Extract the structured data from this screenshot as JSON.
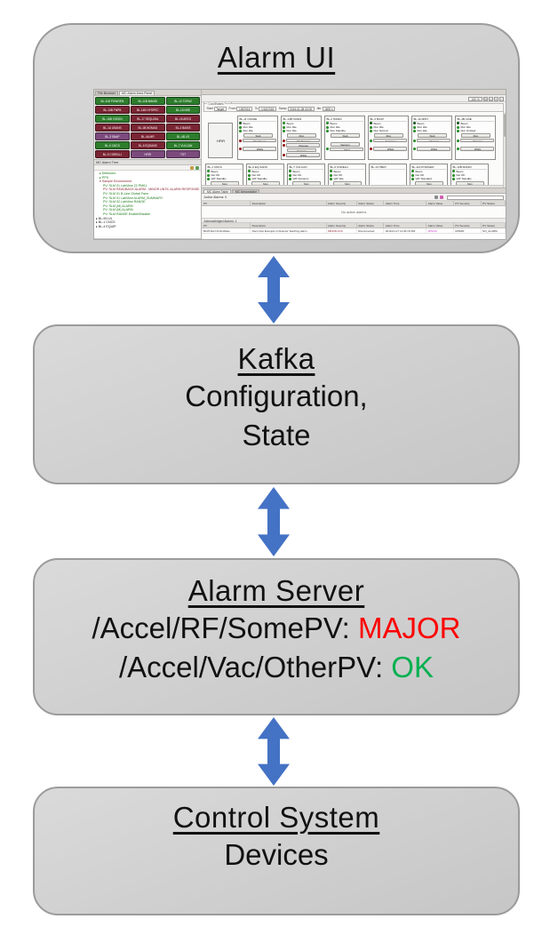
{
  "palette": {
    "arrow": "#4472c4",
    "box_border": "#9b9b9b",
    "major_red": "#ff0000",
    "ok_green": "#00b050",
    "btn_green": "#2d7d2d",
    "btn_maroon": "#7a2433",
    "btn_purple": "#7c4a7d",
    "led_green": "#2fd12f",
    "led_dark_green": "#1b7a1b",
    "led_red": "#e01f1f",
    "tree_green": "#1a7a1a",
    "tree_alert": "#8b2430",
    "value_magenta": "#cc3fcc"
  },
  "diagram": {
    "alarm_ui": {
      "title": "Alarm UI"
    },
    "kafka": {
      "title": "Kafka",
      "lines": [
        "Configuration,",
        "State"
      ]
    },
    "alarm_server": {
      "title": "Alarm Server",
      "lines": [
        {
          "pv": "/Accel/RF/SomePV:",
          "status": "MAJOR",
          "color": "#ff0000"
        },
        {
          "pv": "/Accel/Vac/OtherPV:",
          "status": "OK",
          "color": "#00b050"
        }
      ]
    },
    "control_system": {
      "title": "Control System",
      "subtitle": "Devices"
    }
  },
  "screenshot": {
    "left": {
      "tabs": [
        "File Browser",
        "MC Alarm Area Panel"
      ],
      "buttons": [
        {
          "label": "BL-11B POWGEN",
          "color": "#2d7d2d"
        },
        {
          "label": "BL-11B MANDI",
          "color": "#2d7d2d"
        },
        {
          "label": "BL-12 TOPAZ",
          "color": "#2d7d2d"
        },
        {
          "label": "BL-13B FNPB",
          "color": "#7a2433"
        },
        {
          "label": "BL-14B HYSPEC",
          "color": "#7a2433"
        },
        {
          "label": "BL-15 NSE",
          "color": "#2d7d2d"
        },
        {
          "label": "BL-16B VISION",
          "color": "#2d7d2d"
        },
        {
          "label": "BL-17 SEQUOIA",
          "color": "#7a2433"
        },
        {
          "label": "BL-18 ARCS",
          "color": "#7a2433"
        },
        {
          "label": "BL-1A USANS",
          "color": "#7a2433"
        },
        {
          "label": "BL-1B NOMAD",
          "color": "#7a2433"
        },
        {
          "label": "BL-2 BASIS",
          "color": "#7a2433"
        },
        {
          "label": "BL-3 SNAP",
          "color": "#7c4a7d"
        },
        {
          "label": "BL-4A MR",
          "color": "#7a2433"
        },
        {
          "label": "BL-4B LR",
          "color": "#2d7d2d"
        },
        {
          "label": "BL-5 CNCS",
          "color": "#2d7d2d"
        },
        {
          "label": "BL-6 EQSANS",
          "color": "#7a2433"
        },
        {
          "label": "BL-7 VULCAN",
          "color": "#2d7d2d"
        },
        {
          "label": "BL-9 CORELLI",
          "color": "#7a2433"
        },
        {
          "label": "HFIR",
          "color": "#7c4a7d"
        },
        {
          "label": "TST",
          "color": "#7c4a7d"
        }
      ],
      "tree": {
        "title": "MC Alarm Tree",
        "items": [
          {
            "text": "Detectors",
            "color": "#1a7a1a",
            "indent": 1,
            "glyph": "▸"
          },
          {
            "text": "PPS",
            "color": "#1a7a1a",
            "indent": 1,
            "glyph": "▸"
          },
          {
            "text": "Sample Environment",
            "color": "#8b2430",
            "indent": 1,
            "glyph": "▾"
          },
          {
            "text": "PV: SLM 01 LabView 22 PM01",
            "color": "#1a7a1a",
            "indent": 2,
            "glyph": ""
          },
          {
            "text": "PV: SLM READBACK ALARM - MINOR UNTIL ALARM RESPONSE",
            "color": "#8b2430",
            "indent": 2,
            "glyph": ""
          },
          {
            "text": "PV: SLM 01 B-Line Global Farm",
            "color": "#1a7a1a",
            "indent": 2,
            "glyph": ""
          },
          {
            "text": "PV: SLM 01 LabView ALARM_SUMMARY",
            "color": "#1a7a1a",
            "indent": 2,
            "glyph": ""
          },
          {
            "text": "PV: SLM 02 LabView RANGE",
            "color": "#1a7a1a",
            "indent": 2,
            "glyph": ""
          },
          {
            "text": "PV: SLM (M) ALARM",
            "color": "#1a7a1a",
            "indent": 2,
            "glyph": ""
          },
          {
            "text": "PV: SLM (M) ALARM",
            "color": "#1a7a1a",
            "indent": 2,
            "glyph": ""
          },
          {
            "text": "PV: SLM RANGE Enable/Disable",
            "color": "#1a7a1a",
            "indent": 2,
            "glyph": ""
          },
          {
            "text": "BL-99 LN",
            "color": "#222222",
            "indent": 0,
            "glyph": "▸"
          },
          {
            "text": "BL-1 CNCS",
            "color": "#222222",
            "indent": 0,
            "glyph": "▸"
          },
          {
            "text": "BL-4 EQUIP",
            "color": "#222222",
            "indent": 0,
            "glyph": "▸"
          }
        ]
      }
    },
    "right": {
      "tab": "Main (demo) ×",
      "zoom": "100 %",
      "zoom_buttons": [
        "−",
        "+",
        "□",
        "↻"
      ],
      "form_group": "Coordinates",
      "form": [
        {
          "label": "Start",
          "value": "Target"
        },
        {
          "label": "From",
          "value": "1/8/2016"
        },
        {
          "label": "To",
          "value": "1/16/2016"
        },
        {
          "label": "Samp",
          "value": "2016-01-08 00:00"
        },
        {
          "label": "Iter",
          "value": "1600 s"
        }
      ],
      "hfir_label": "HFIR",
      "row1_panels": [
        {
          "title": "BL-11 CRANE",
          "items": [
            [
              "led",
              "#1b7a1b",
              "Beam"
            ],
            [
              "led",
              "#2fd12f",
              "Run  Idle"
            ],
            [
              "led",
              "#2fd12f",
              "Run  Idle"
            ],
            [
              "btn",
              "Stab"
            ],
            [
              "ledbtn",
              "#e01f1f",
              "TC Choose"
            ],
            [
              "gap"
            ],
            [
              "ledbtn",
              "#e01f1f",
              "JPEG"
            ]
          ]
        },
        {
          "title": "BL-14B HANDI",
          "items": [
            [
              "led",
              "#2fd12f",
              "Beam"
            ],
            [
              "led",
              "#2fd12f",
              "Run  Idle"
            ],
            [
              "led",
              "#2fd12f",
              "Run  Idle"
            ],
            [
              "btn",
              "Mon"
            ],
            [
              "ledbtn",
              "#e01f1f",
              "TC Stopper"
            ],
            [
              "ledbtn",
              "#e01f1f",
              "Chopper"
            ],
            [
              "btn",
              "Vacuum"
            ],
            [
              "ledbtn",
              "#e01f1f",
              "JPEG"
            ]
          ]
        },
        {
          "title": "BL-2 HANDI",
          "items": [
            [
              "led",
              "#2fd12f",
              "Beam"
            ],
            [
              "led",
              "#2fd12f",
              "Run  Idle"
            ],
            [
              "led",
              "#2fd12f",
              "Run  Standby"
            ],
            [
              "btn",
              "Stab"
            ],
            [
              "gap"
            ],
            [
              "btn",
              "Vacuum"
            ],
            [
              "ledbtn",
              "#2fd12f",
              "JPEG"
            ]
          ]
        },
        {
          "title": "BL-3 BOAT",
          "items": [
            [
              "led",
              "#1b7a1b",
              "Beam"
            ],
            [
              "led",
              "#2fd12f",
              "Run  Idle"
            ],
            [
              "led",
              "#2fd12f",
              "Run  Normal"
            ],
            [
              "btn",
              "Mon"
            ],
            [
              "ledbtn",
              "#2fd12f",
              "ArcAngel"
            ],
            [
              "gap"
            ],
            [
              "ledbtn",
              "#e01f1f",
              "JPEG"
            ]
          ]
        },
        {
          "title": "BL-16 MINT",
          "items": [
            [
              "led",
              "#1b7a1b",
              "Beam"
            ],
            [
              "led",
              "#2fd12f",
              "Run  Idle"
            ],
            [
              "led",
              "#2fd12f",
              "Run  Idle"
            ],
            [
              "btn",
              "Stab"
            ],
            [
              "ledbtn",
              "#2fd12f",
              "Chopper"
            ],
            [
              "gap"
            ],
            [
              "ledbtn",
              "#2fd12f",
              "JPEG"
            ]
          ]
        },
        {
          "title": "BL-4B LINE",
          "items": [
            [
              "led",
              "#1b7a1b",
              "Beam"
            ],
            [
              "led",
              "#2fd12f",
              "Run  Idle"
            ],
            [
              "led",
              "#2fd12f",
              "Run  Omitted"
            ],
            [
              "btn",
              "Mon"
            ],
            [
              "ledbtn",
              "#2fd12f",
              "Chopper"
            ],
            [
              "gap"
            ],
            [
              "ledbtn",
              "#2fd12f",
              "JPEG"
            ]
          ]
        }
      ],
      "row2_panels": [
        {
          "title": "BL-1 CNCS",
          "leds": [
            "Beam",
            "Det  OK",
            "VAT Standby"
          ],
          "btn": "Mon"
        },
        {
          "title": "BL-6 EQ-SANS",
          "leds": [
            "Beam",
            "Det  OK",
            "VAT Standby"
          ],
          "btn": "Mon"
        },
        {
          "title": "BL-7 VULCAN",
          "leds": [
            "Beam",
            "Det  OK",
            "VAT Dynamic"
          ],
          "btn": "Mon"
        },
        {
          "title": "BL-9 CORELLI",
          "leds": [
            "Beam",
            "Det  OK",
            "VAT Idle"
          ],
          "btn": "Mon"
        },
        {
          "title": "BL-13 HB2C",
          "leds": [],
          "btn": ""
        },
        {
          "title": "BL-11A POWGEN",
          "leds": [
            "Beam",
            "Det  OK",
            "VAT Standard"
          ],
          "btn": "Mon"
        },
        {
          "title": "BL-12B MANDI",
          "leds": [
            "Beam",
            "Det  OK",
            "VAT Standby"
          ],
          "btn": "Mon"
        }
      ],
      "table": {
        "tabs": [
          "MC Alarm Table",
          "MC Annunciator"
        ],
        "active_label": "Active Alarms: 0",
        "columns": [
          "PV",
          "Description",
          "Alarm Severity",
          "Alarm Status",
          "Alarm Time",
          "Alarm Value",
          "PV Severity",
          "PV Status"
        ],
        "empty_message": "No active alarms",
        "ack_label": "Acknowledged Alarms: 1",
        "ack_row": {
          "pv": "BL05:Det:N1:DetState",
          "description": "Alarm Det Example of detector Teaching alarm",
          "severity": "MINOR ACK",
          "status": "Disconnected",
          "time": "2019-01-17 11:30:15.262",
          "value": "MINOR",
          "pv_severity": "MINOR",
          "pv_status": "NO_ALARM"
        }
      }
    }
  }
}
